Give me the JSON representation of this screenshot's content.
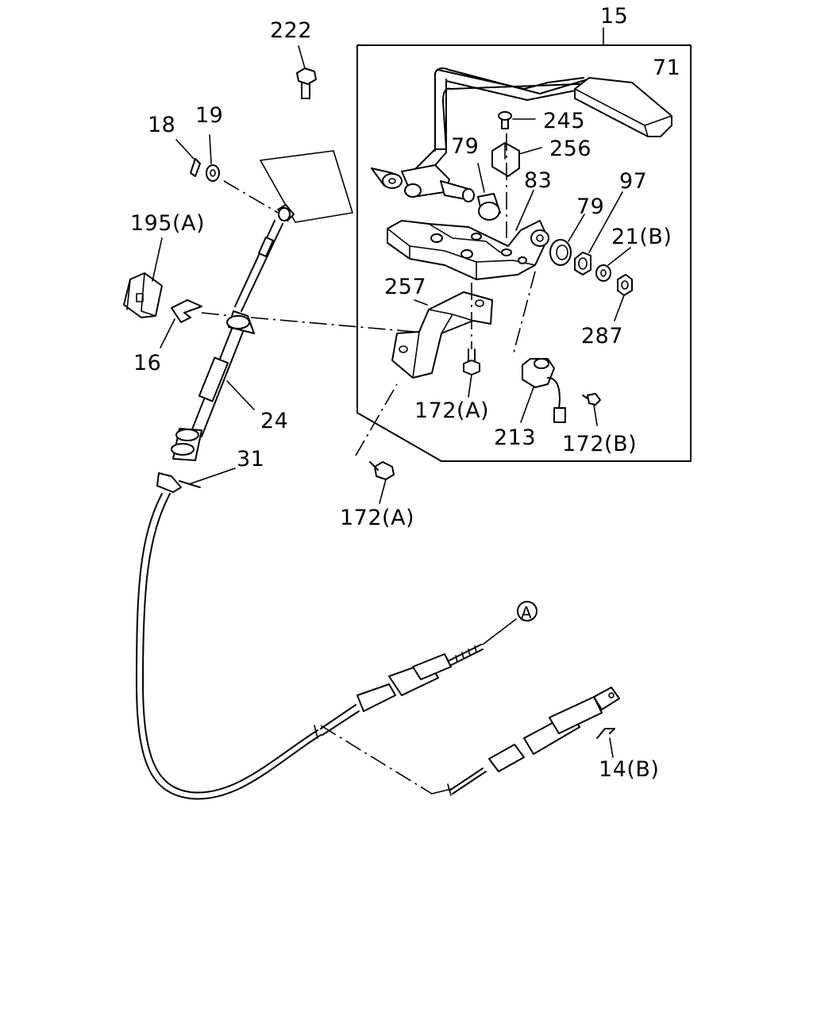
{
  "labels": {
    "l222": "222",
    "l15": "15",
    "l71": "71",
    "l245": "245",
    "l256": "256",
    "l79a": "79",
    "l83": "83",
    "l97": "97",
    "l79b": "79",
    "l21b": "21(B)",
    "l18": "18",
    "l19": "19",
    "l195a": "195(A)",
    "l257": "257",
    "l287": "287",
    "l16": "16",
    "l172a_in": "172(A)",
    "l213": "213",
    "l172b": "172(B)",
    "l24": "24",
    "l31": "31",
    "l172a_out": "172(A)",
    "lA": "A",
    "l14b": "14(B)"
  }
}
